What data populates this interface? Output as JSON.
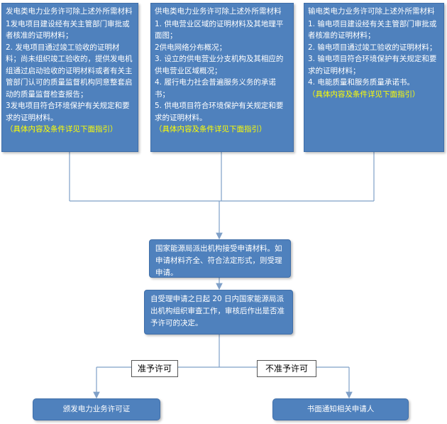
{
  "colors": {
    "box_fill": "#4f81bd",
    "line": "#7fa0c8",
    "note": "#ffff00"
  },
  "boxes": {
    "power_generation": {
      "title": "发电类电力业务许可除上述外所需材料",
      "items": [
        "1发电项目建设经有关主管部门审批或者核准的证明材料；",
        "2. 发电项目通过竣工验收的证明材料；尚未组织竣工验收的，提供发电机组通过启动验收的证明材料或者有关主管部门认可的质量监督机构同意整套启动的质量监督检查报告；",
        "3发电项目符合环境保护有关规定和要求的证明材料。"
      ],
      "note": "（具体内容及条件详见下面指引）"
    },
    "power_supply": {
      "title": "供电类电力业务许可除上述外所需材料",
      "items": [
        "1. 供电营业区域的证明材料及其地理平面图；",
        "2供电网络分布概况；",
        "3. 设立的供电营业分支机构及其相应的供电营业区域概况；",
        "4. 履行电力社会普遍服务义务的承诺书；",
        "5. 供电项目符合环境保护有关规定和要求的证明材料。"
      ],
      "note": "（具体内容及条件详见下面指引）"
    },
    "power_transmission": {
      "title": "输电类电力业务许可除上述外所需材料",
      "items": [
        "1. 输电项目建设经有关主管部门审批或者核准的证明材料；",
        "2. 输电项目通过竣工验收的证明材料；",
        "3. 输电项目符合环境保护有关规定和要求的证明材料；",
        "4. 电能质量和服务质量承诺书。"
      ],
      "note": "（具体内容及条件详见下面指引）"
    }
  },
  "steps": {
    "accept": "国家能源局派出机构接受申请材料。如申请材料齐全、符合法定形式，则受理申请。",
    "review": "自受理申请之日起 20 日内国家能源局派出机构组织审查工作，审核后作出是否准予许可的决定。"
  },
  "branches": {
    "approve_label": "准予许可",
    "reject_label": "不准予许可"
  },
  "results": {
    "issue": "颁发电力业务许可证",
    "notify": "书面通知相关申请人"
  }
}
